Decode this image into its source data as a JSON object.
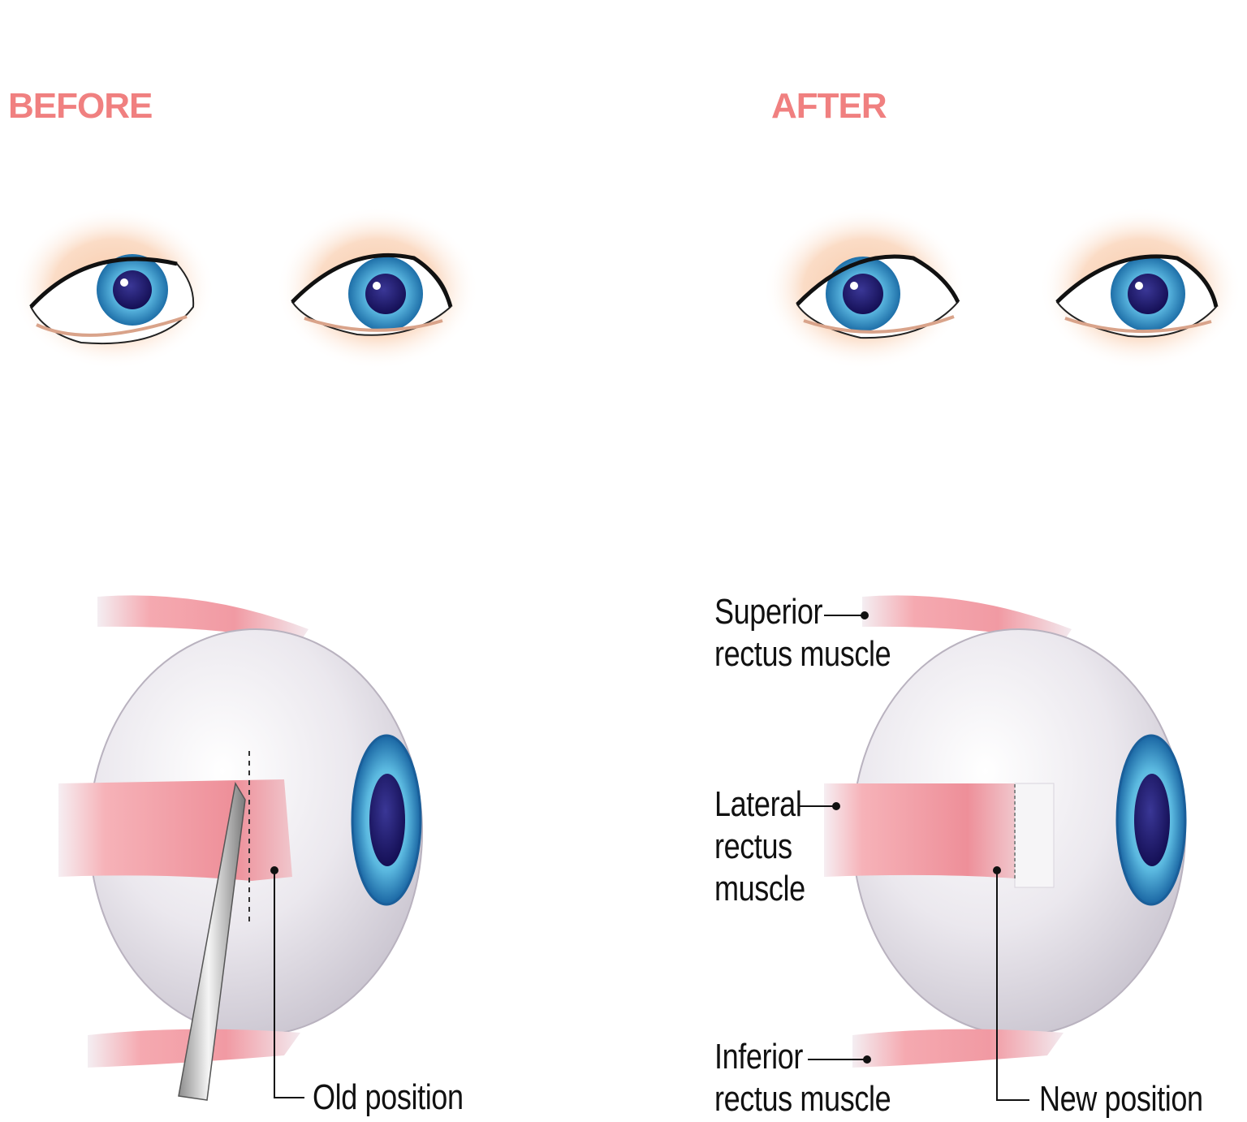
{
  "headings": {
    "before": "BEFORE",
    "after": "AFTER"
  },
  "labels": {
    "old_position": "Old position",
    "new_position": "New position",
    "superior_rectus": {
      "line1": "Superior",
      "line2": "rectus muscle"
    },
    "lateral_rectus": {
      "line1": "Lateral",
      "line2": "rectus",
      "line3": "muscle"
    },
    "inferior_rectus": {
      "line1": "Inferior",
      "line2": "rectus muscle"
    }
  },
  "colors": {
    "heading": "#f08080",
    "muscle": "#f4a0a8",
    "iris": "#4aa8d8",
    "pupil": "#1c1a6e",
    "sclera": "#eceaf0",
    "skin": "#fbd9c4"
  }
}
